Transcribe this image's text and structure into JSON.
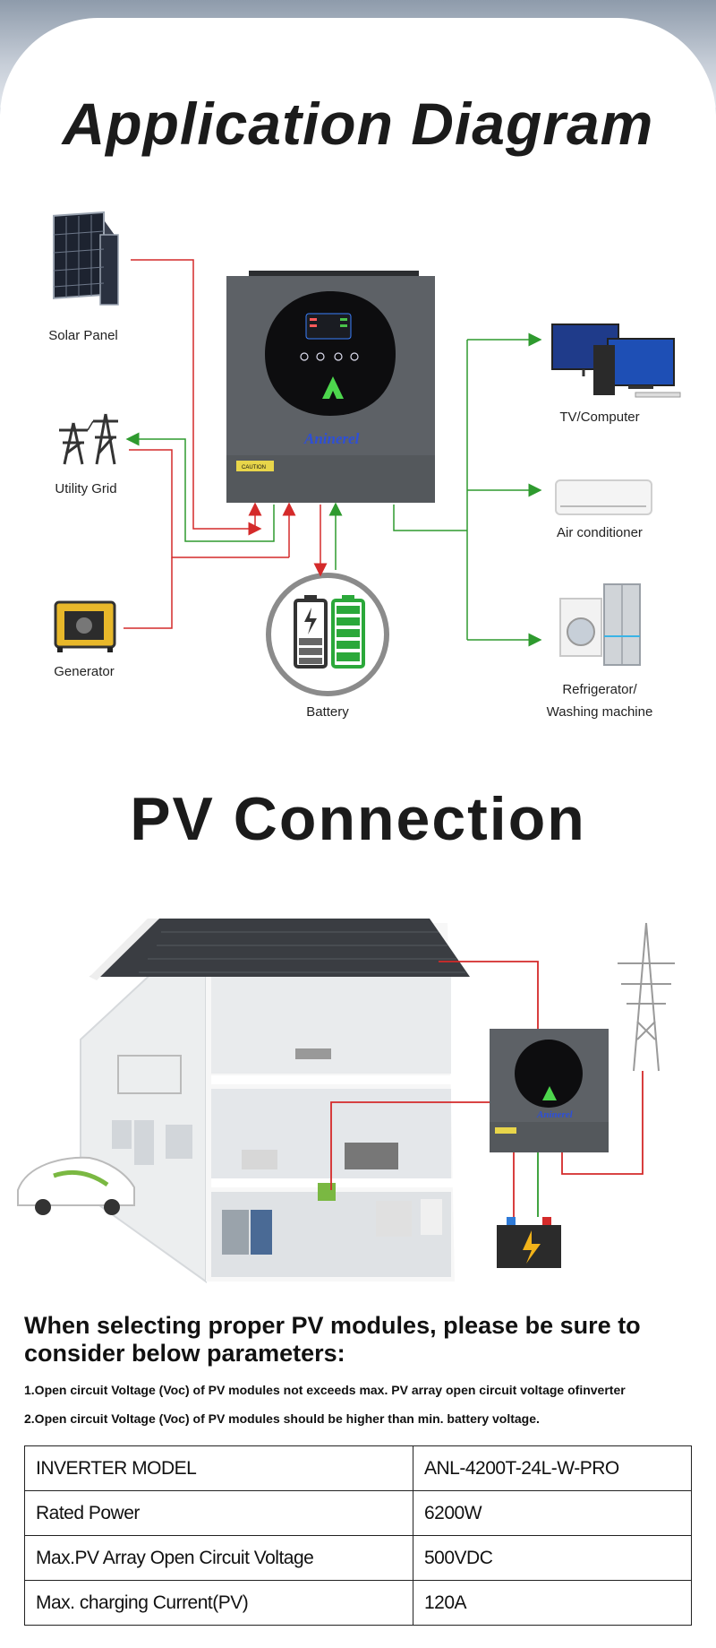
{
  "titles": {
    "application": "Application Diagram",
    "pv": "PV Connection"
  },
  "diagram": {
    "solar_panel": "Solar Panel",
    "utility_grid": "Utility Grid",
    "generator": "Generator",
    "battery": "Battery",
    "tv_computer": "TV/Computer",
    "air_conditioner": "Air conditioner",
    "refrigerator_line1": "Refrigerator/",
    "refrigerator_line2": "Washing machine",
    "brand": "Aninerel",
    "caution": "CAUTION"
  },
  "pv_section": {
    "heading": "When selecting proper PV modules, please be sure to consider below parameters:",
    "note1": "1.Open circuit Voltage (Voc) of PV modules not exceeds max. PV array open circuit voltage ofinverter",
    "note2": "2.Open circuit Voltage (Voc) of PV modules should be higher than min. battery voltage."
  },
  "spec_table": [
    {
      "label": "INVERTER MODEL",
      "value": "ANL-4200T-24L-W-PRO"
    },
    {
      "label": "Rated Power",
      "value": "6200W"
    },
    {
      "label": "Max.PV Array Open Circuit Voltage",
      "value": "500VDC"
    },
    {
      "label": "Max. charging Current(PV)",
      "value": "120A"
    }
  ],
  "colors": {
    "red_line": "#d42a2a",
    "green_line": "#2e9a2e",
    "inverter_body": "#5d6166",
    "battery_green": "#2ba83a"
  }
}
